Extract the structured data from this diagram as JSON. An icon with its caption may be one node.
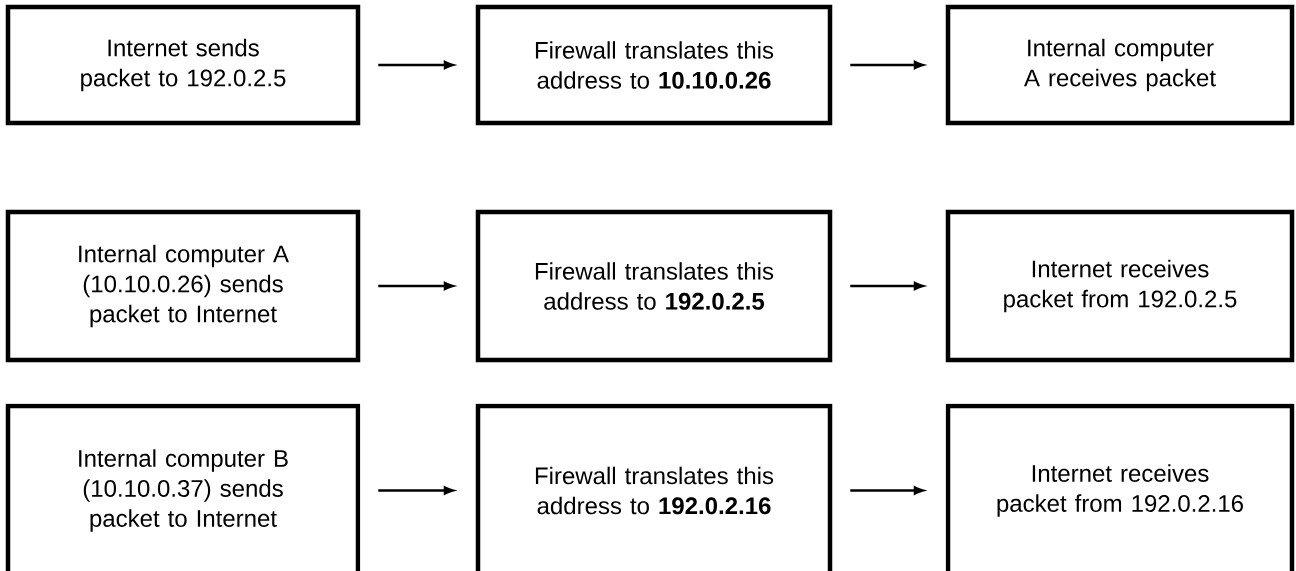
{
  "diagram": {
    "nodes": [
      {
        "text": [
          "Internet sends packet to 192.0.2.5"
        ]
      },
      {
        "text": [
          "Firewall translates this address to **10.10.0.26**"
        ]
      },
      {
        "text": [
          "Internal computer A receives packet"
        ]
      },
      {
        "text": [
          "Internal computer A (10.10.0.26) sends packet to Internet"
        ]
      },
      {
        "text": [
          "Firewall translates this address to **192.0.2.5**"
        ]
      },
      {
        "text": [
          "Internet receives packet from 192.0.2.5"
        ]
      },
      {
        "text": [
          "Internal computer B (10.10.0.37) sends packet to Internet"
        ]
      },
      {
        "text": [
          "Firewall translates this address to **192.0.2.16**"
        ]
      },
      {
        "text": [
          "Internet receives packet from 192.0.2.16"
        ]
      }
    ],
    "edges": [
      {
        "from": 0,
        "to": 1,
        "arrow": "to"
      },
      {
        "from": 1,
        "to": 2,
        "arrow": "to"
      },
      {
        "from": 3,
        "to": 4,
        "arrow": "to"
      },
      {
        "from": 4,
        "to": 5,
        "arrow": "to"
      },
      {
        "from": 6,
        "to": 7,
        "arrow": "to"
      },
      {
        "from": 7,
        "to": 8,
        "arrow": "to"
      }
    ]
  }
}
